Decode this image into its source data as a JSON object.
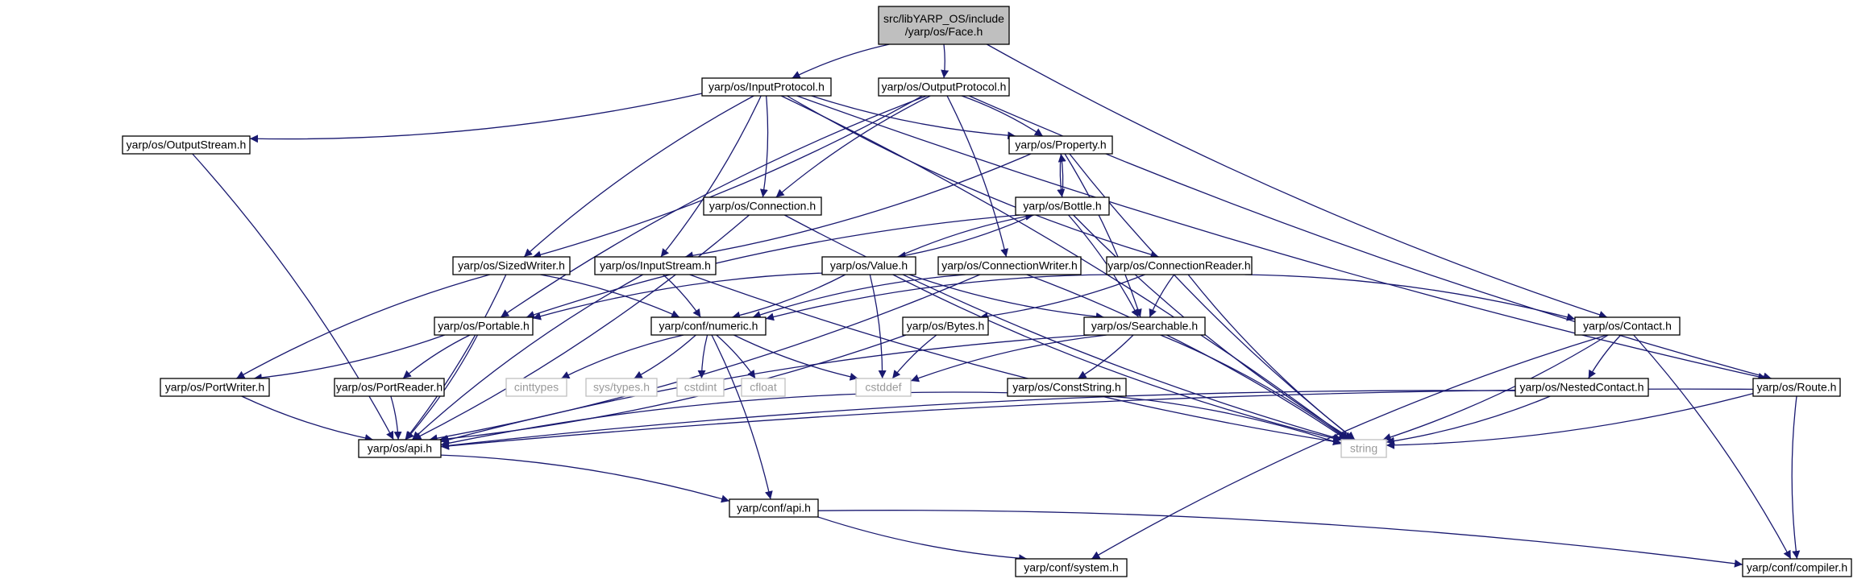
{
  "colors": {
    "edge": "#191970",
    "node_border": "#000000",
    "external_border": "#bfbfbf",
    "root_fill": "#bfbfbf",
    "external_text": "#9a9a9a"
  },
  "nodes": [
    {
      "id": "face",
      "lines": [
        "src/libYARP_OS/include",
        "/yarp/os/Face.h"
      ],
      "style": "root"
    },
    {
      "id": "inputprotocol",
      "lines": [
        "yarp/os/InputProtocol.h"
      ],
      "style": "normal"
    },
    {
      "id": "outputprotocol",
      "lines": [
        "yarp/os/OutputProtocol.h"
      ],
      "style": "normal"
    },
    {
      "id": "outputstream",
      "lines": [
        "yarp/os/OutputStream.h"
      ],
      "style": "normal"
    },
    {
      "id": "property",
      "lines": [
        "yarp/os/Property.h"
      ],
      "style": "normal"
    },
    {
      "id": "connection",
      "lines": [
        "yarp/os/Connection.h"
      ],
      "style": "normal"
    },
    {
      "id": "bottle",
      "lines": [
        "yarp/os/Bottle.h"
      ],
      "style": "normal"
    },
    {
      "id": "sizedwriter",
      "lines": [
        "yarp/os/SizedWriter.h"
      ],
      "style": "normal"
    },
    {
      "id": "inputstream",
      "lines": [
        "yarp/os/InputStream.h"
      ],
      "style": "normal"
    },
    {
      "id": "value",
      "lines": [
        "yarp/os/Value.h"
      ],
      "style": "normal"
    },
    {
      "id": "connectionwriter",
      "lines": [
        "yarp/os/ConnectionWriter.h"
      ],
      "style": "normal"
    },
    {
      "id": "connectionreader",
      "lines": [
        "yarp/os/ConnectionReader.h"
      ],
      "style": "normal"
    },
    {
      "id": "portable",
      "lines": [
        "yarp/os/Portable.h"
      ],
      "style": "normal"
    },
    {
      "id": "numeric",
      "lines": [
        "yarp/conf/numeric.h"
      ],
      "style": "normal"
    },
    {
      "id": "bytes",
      "lines": [
        "yarp/os/Bytes.h"
      ],
      "style": "normal"
    },
    {
      "id": "searchable",
      "lines": [
        "yarp/os/Searchable.h"
      ],
      "style": "normal"
    },
    {
      "id": "contact",
      "lines": [
        "yarp/os/Contact.h"
      ],
      "style": "normal"
    },
    {
      "id": "portwriter",
      "lines": [
        "yarp/os/PortWriter.h"
      ],
      "style": "normal"
    },
    {
      "id": "portreader",
      "lines": [
        "yarp/os/PortReader.h"
      ],
      "style": "normal"
    },
    {
      "id": "cinttypes",
      "lines": [
        "cinttypes"
      ],
      "style": "external"
    },
    {
      "id": "systypes",
      "lines": [
        "sys/types.h"
      ],
      "style": "external"
    },
    {
      "id": "cstdint",
      "lines": [
        "cstdint"
      ],
      "style": "external"
    },
    {
      "id": "cfloat",
      "lines": [
        "cfloat"
      ],
      "style": "external"
    },
    {
      "id": "cstddef",
      "lines": [
        "cstddef"
      ],
      "style": "external"
    },
    {
      "id": "conststring",
      "lines": [
        "yarp/os/ConstString.h"
      ],
      "style": "normal"
    },
    {
      "id": "nestedcontact",
      "lines": [
        "yarp/os/NestedContact.h"
      ],
      "style": "normal"
    },
    {
      "id": "route",
      "lines": [
        "yarp/os/Route.h"
      ],
      "style": "normal"
    },
    {
      "id": "osapi",
      "lines": [
        "yarp/os/api.h"
      ],
      "style": "normal"
    },
    {
      "id": "string",
      "lines": [
        "string"
      ],
      "style": "external"
    },
    {
      "id": "confapi",
      "lines": [
        "yarp/conf/api.h"
      ],
      "style": "normal"
    },
    {
      "id": "system",
      "lines": [
        "yarp/conf/system.h"
      ],
      "style": "normal"
    },
    {
      "id": "compiler",
      "lines": [
        "yarp/conf/compiler.h"
      ],
      "style": "normal"
    }
  ],
  "edges": [
    [
      "face",
      "inputprotocol"
    ],
    [
      "face",
      "outputprotocol"
    ],
    [
      "face",
      "contact"
    ],
    [
      "inputprotocol",
      "outputstream"
    ],
    [
      "inputprotocol",
      "property"
    ],
    [
      "inputprotocol",
      "connection"
    ],
    [
      "inputprotocol",
      "sizedwriter"
    ],
    [
      "inputprotocol",
      "inputstream"
    ],
    [
      "inputprotocol",
      "connectionreader"
    ],
    [
      "inputprotocol",
      "string"
    ],
    [
      "inputprotocol",
      "route"
    ],
    [
      "outputprotocol",
      "property"
    ],
    [
      "outputprotocol",
      "connection"
    ],
    [
      "outputprotocol",
      "sizedwriter"
    ],
    [
      "outputprotocol",
      "portable"
    ],
    [
      "outputprotocol",
      "connectionwriter"
    ],
    [
      "outputprotocol",
      "route"
    ],
    [
      "outputstream",
      "osapi"
    ],
    [
      "property",
      "bottle"
    ],
    [
      "property",
      "searchable"
    ],
    [
      "property",
      "string"
    ],
    [
      "property",
      "inputstream"
    ],
    [
      "bottle",
      "property"
    ],
    [
      "bottle",
      "value"
    ],
    [
      "bottle",
      "portable"
    ],
    [
      "bottle",
      "searchable"
    ],
    [
      "bottle",
      "string"
    ],
    [
      "connection",
      "osapi"
    ],
    [
      "connection",
      "string"
    ],
    [
      "sizedwriter",
      "osapi"
    ],
    [
      "sizedwriter",
      "portwriter"
    ],
    [
      "sizedwriter",
      "numeric"
    ],
    [
      "inputstream",
      "osapi"
    ],
    [
      "inputstream",
      "numeric"
    ],
    [
      "inputstream",
      "string"
    ],
    [
      "value",
      "bottle"
    ],
    [
      "value",
      "portable"
    ],
    [
      "value",
      "numeric"
    ],
    [
      "value",
      "searchable"
    ],
    [
      "value",
      "cstddef"
    ],
    [
      "value",
      "string"
    ],
    [
      "connectionwriter",
      "osapi"
    ],
    [
      "connectionwriter",
      "numeric"
    ],
    [
      "connectionwriter",
      "string"
    ],
    [
      "connectionreader",
      "numeric"
    ],
    [
      "connectionreader",
      "bytes"
    ],
    [
      "connectionreader",
      "searchable"
    ],
    [
      "connectionreader",
      "contact"
    ],
    [
      "connectionreader",
      "string"
    ],
    [
      "portable",
      "portwriter"
    ],
    [
      "portable",
      "portreader"
    ],
    [
      "portable",
      "osapi"
    ],
    [
      "numeric",
      "cinttypes"
    ],
    [
      "numeric",
      "systypes"
    ],
    [
      "numeric",
      "cstdint"
    ],
    [
      "numeric",
      "cfloat"
    ],
    [
      "numeric",
      "cstddef"
    ],
    [
      "numeric",
      "confapi"
    ],
    [
      "bytes",
      "cstddef"
    ],
    [
      "bytes",
      "osapi"
    ],
    [
      "searchable",
      "cstddef"
    ],
    [
      "searchable",
      "conststring"
    ],
    [
      "searchable",
      "osapi"
    ],
    [
      "searchable",
      "string"
    ],
    [
      "contact",
      "nestedcontact"
    ],
    [
      "contact",
      "string"
    ],
    [
      "contact",
      "system"
    ],
    [
      "contact",
      "compiler"
    ],
    [
      "portwriter",
      "osapi"
    ],
    [
      "portreader",
      "osapi"
    ],
    [
      "conststring",
      "osapi"
    ],
    [
      "conststring",
      "string"
    ],
    [
      "nestedcontact",
      "osapi"
    ],
    [
      "nestedcontact",
      "string"
    ],
    [
      "route",
      "osapi"
    ],
    [
      "route",
      "string"
    ],
    [
      "route",
      "compiler"
    ],
    [
      "osapi",
      "confapi"
    ],
    [
      "confapi",
      "system"
    ],
    [
      "confapi",
      "compiler"
    ]
  ]
}
